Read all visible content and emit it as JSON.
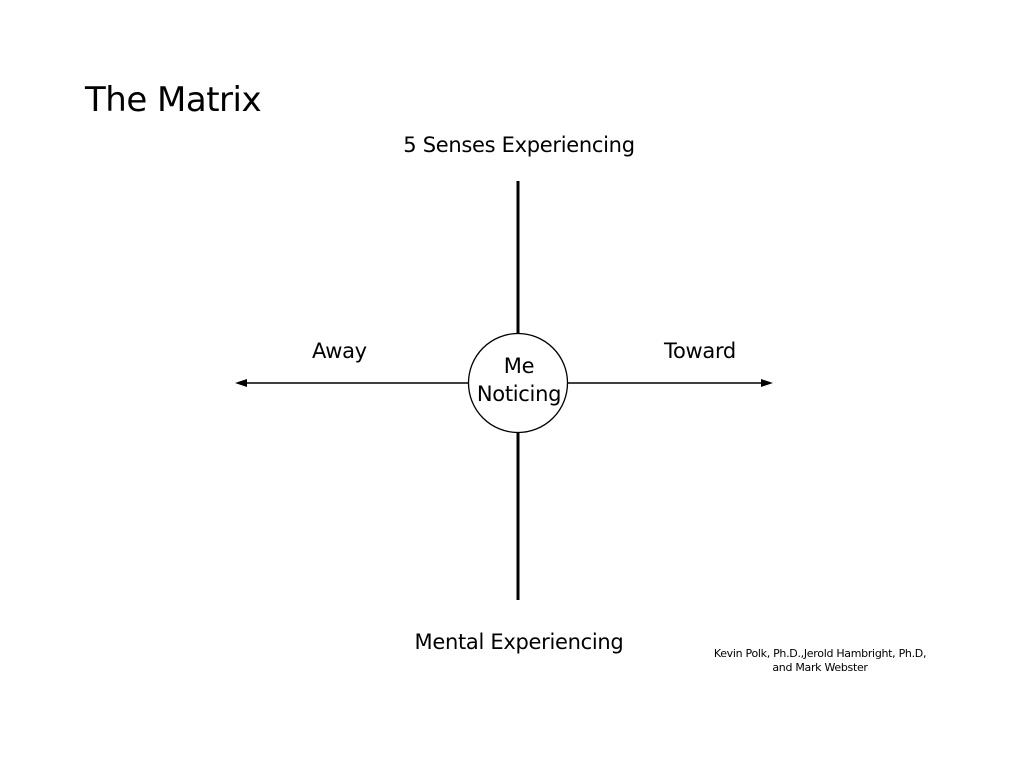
{
  "title": "The Matrix",
  "axes": {
    "top": "5 Senses Experiencing",
    "bottom": "Mental Experiencing",
    "left": "Away",
    "right": "Toward"
  },
  "center": {
    "line1": "Me",
    "line2": "Noticing"
  },
  "credit": {
    "line1": "Kevin Polk, Ph.D.,Jerold Hambright, Ph.D,",
    "line2": "and Mark Webster"
  }
}
